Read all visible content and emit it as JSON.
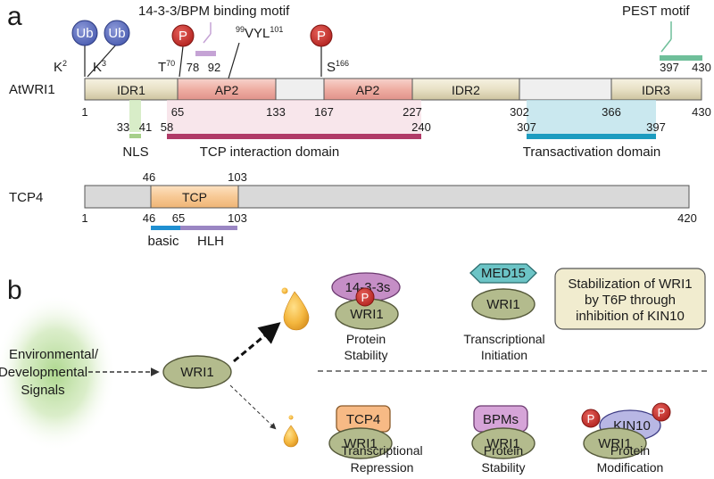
{
  "panel_a": {
    "letter": "a",
    "motifs": {
      "bpm_binding": "14-3-3/BPM binding motif",
      "pest": "PEST motif",
      "vyl_pre": "99",
      "vyl": "VYL",
      "vyl_post": "101"
    },
    "sites": {
      "k2_base": "K",
      "k2_sup": "2",
      "k3_base": "K",
      "k3_sup": "3",
      "t70_base": "T",
      "t70_sup": "70",
      "s166_base": "S",
      "s166_sup": "166"
    },
    "badges": {
      "ub": "Ub",
      "p": "P"
    },
    "atwri1": {
      "name": "AtWRI1",
      "segments": [
        "IDR1",
        "AP2",
        "AP2",
        "IDR2",
        "IDR3"
      ],
      "positions_below": [
        "1",
        "65",
        "133",
        "167",
        "227",
        "302",
        "366",
        "430"
      ],
      "positions_above": [
        "78",
        "92",
        "397",
        "430"
      ]
    },
    "subdomains": {
      "nls": "NLS",
      "nls_start": "33",
      "nls_end": "41",
      "tcp_domain": "TCP interaction domain",
      "tcp_start": "58",
      "tcp_end": "240",
      "trans_domain": "Transactivation domain",
      "trans_start": "307",
      "trans_end": "397"
    },
    "tcp4": {
      "name": "TCP4",
      "segment": "TCP",
      "pos_above": [
        "46",
        "103"
      ],
      "pos_below": [
        "1",
        "46",
        "65",
        "103",
        "420"
      ],
      "basic": "basic",
      "hlh": "HLH"
    }
  },
  "panel_b": {
    "letter": "b",
    "signals_line1": "Environmental/",
    "signals_line2": "Developmental",
    "signals_line3": "Signals",
    "wri1": "WRI1",
    "stabilization_line1": "Stabilization of WRI1",
    "stabilization_line2": "by T6P through",
    "stabilization_line3": "inhibition of KIN10",
    "interactions": {
      "s1": {
        "partner": "14-3-3s",
        "cap1": "Protein",
        "cap2": "Stability"
      },
      "s2": {
        "partner": "MED15",
        "cap1": "Transcriptional",
        "cap2": "Initiation"
      },
      "s3": {
        "partner": "TCP4",
        "cap1": "Transcriptional",
        "cap2": "Repression"
      },
      "s4": {
        "partner": "BPMs",
        "cap1": "Protein",
        "cap2": "Stability"
      },
      "s5": {
        "partner": "KIN10",
        "cap1": "Protein",
        "cap2": "Modification"
      }
    }
  },
  "colors": {
    "ub": "#5b6fc0",
    "p": "#c9302c",
    "idr_bar": "#e9e3cc",
    "ap2_bar": "#f0b8b0",
    "nls": "#a6cf8a",
    "tcp_domain": "#b03a67",
    "trans_domain": "#1c9cc0",
    "pest": "#6fbf9a",
    "bpm_motif": "#c5a3d5",
    "tcp_seg": "#f8cfa0",
    "basic": "#1f8fd1",
    "hlh": "#9a86c3",
    "wri1_oval": "#b3bb8d",
    "partner_1433": "#c58ec6",
    "partner_med15": "#6cc4c6",
    "partner_tcp4": "#f7ba85",
    "partner_bpms": "#d6a4d8",
    "partner_kin10": "#b8b7e4",
    "stab_box": "#f1eccf",
    "oil": "#f4b73f",
    "glow": "#b6d788"
  }
}
